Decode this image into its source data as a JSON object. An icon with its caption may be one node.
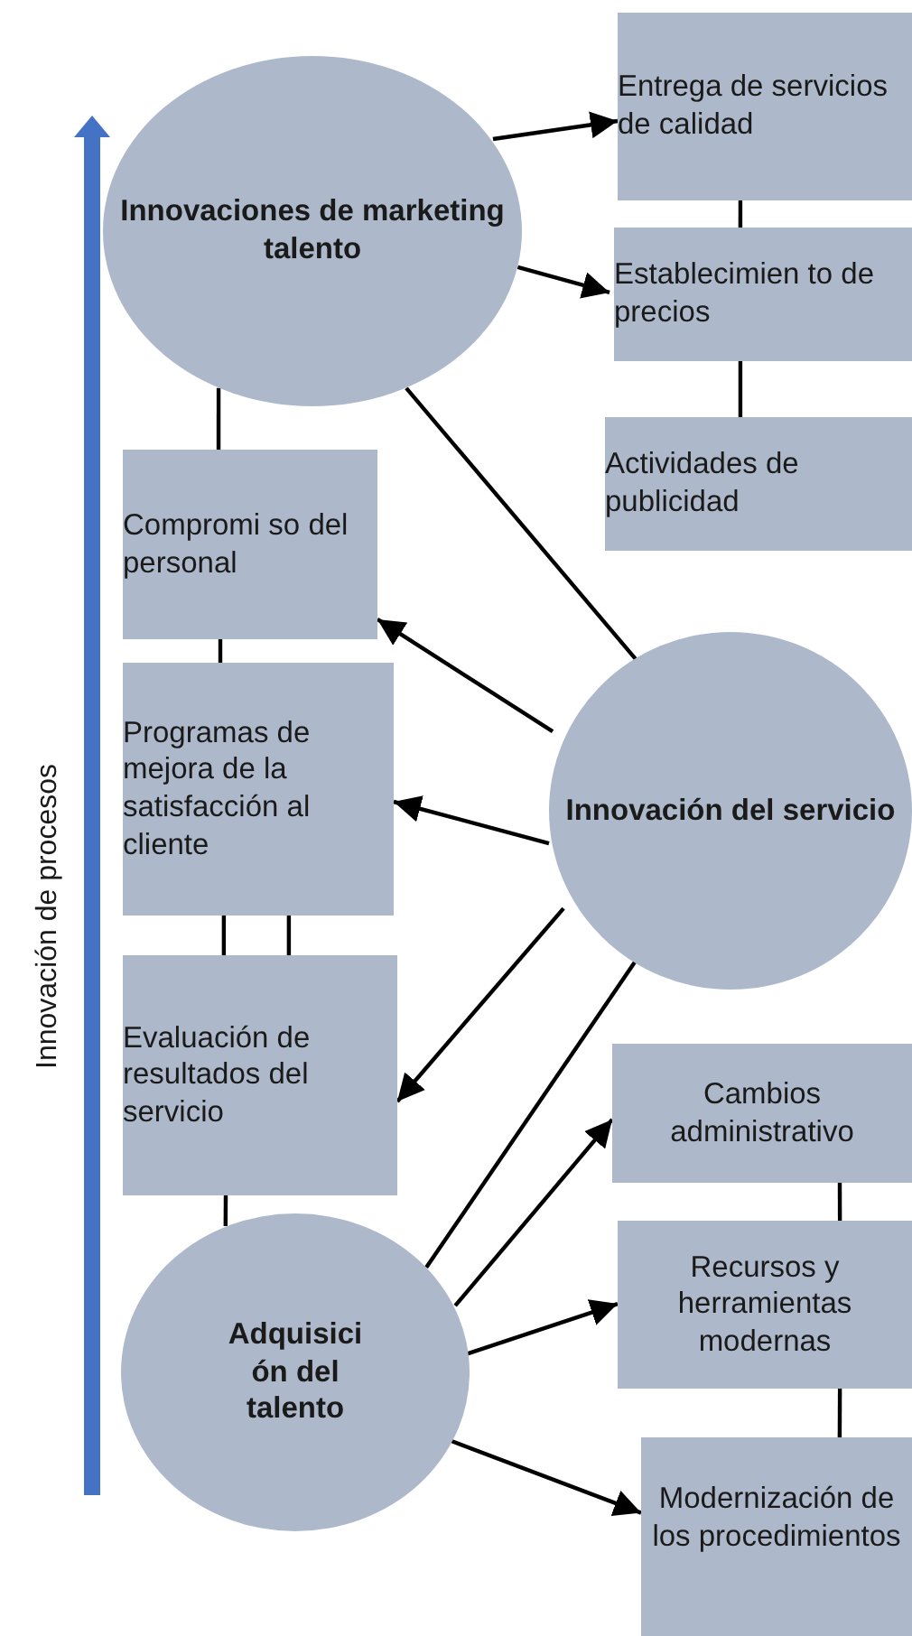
{
  "diagram": {
    "nodes": [
      {
        "text": [
          "Innovaciones de marketing talento"
        ]
      },
      {
        "text": [
          "Entrega de servicios de calidad"
        ]
      },
      {
        "text": [
          "Establecimien to de precios"
        ]
      },
      {
        "text": [
          "Actividades de publicidad"
        ]
      },
      {
        "text": [
          "Compromi so del personal"
        ]
      },
      {
        "text": [
          "Programas de mejora de la satisfacción al cliente"
        ]
      },
      {
        "text": [
          "Evaluación de resultados del servicio"
        ]
      },
      {
        "text": [
          "Innovación del servicio"
        ]
      },
      {
        "text": [
          "Cambios administrativo"
        ]
      },
      {
        "text": [
          "Recursos y herramientas modernas"
        ]
      },
      {
        "text": [
          "Modernización de los procedimientos"
        ]
      },
      {
        "text": [
          "Adquisici ón del talento"
        ]
      }
    ],
    "edges": [
      {
        "from": 0,
        "to": 1,
        "arrow": "to"
      },
      {
        "from": 0,
        "to": 2,
        "arrow": "to"
      },
      {
        "from": 1,
        "to": 2,
        "arrow": "none"
      },
      {
        "from": 2,
        "to": 3,
        "arrow": "none"
      },
      {
        "from": 0,
        "to": 4,
        "arrow": "none"
      },
      {
        "from": 0,
        "to": 7,
        "arrow": "none"
      },
      {
        "from": 7,
        "to": 4,
        "arrow": "to"
      },
      {
        "from": 7,
        "to": 5,
        "arrow": "to"
      },
      {
        "from": 4,
        "to": 5,
        "arrow": "none"
      },
      {
        "from": 5,
        "to": 6,
        "arrow": "none"
      },
      {
        "from": 5,
        "to": 6,
        "arrow": "none"
      },
      {
        "from": 7,
        "to": 6,
        "arrow": "to"
      },
      {
        "from": 6,
        "to": 11,
        "arrow": "none"
      },
      {
        "from": 11,
        "to": 7,
        "arrow": "none"
      },
      {
        "from": 11,
        "to": 8,
        "arrow": "to"
      },
      {
        "from": 11,
        "to": 9,
        "arrow": "to"
      },
      {
        "from": 11,
        "to": 10,
        "arrow": "to"
      },
      {
        "from": 8,
        "to": 9,
        "arrow": "none"
      },
      {
        "from": 9,
        "to": 10,
        "arrow": "none"
      }
    ],
    "labels": [
      "Innovación de procesos"
    ]
  }
}
